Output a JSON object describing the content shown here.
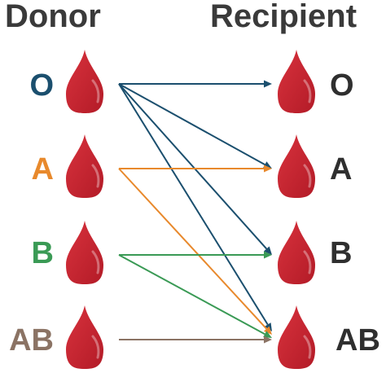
{
  "headings": {
    "donor": "Donor",
    "recipient": "Recipient"
  },
  "donors": [
    {
      "type": "O",
      "color": "#1b4f6e"
    },
    {
      "type": "A",
      "color": "#e8892c"
    },
    {
      "type": "B",
      "color": "#3a9a55"
    },
    {
      "type": "AB",
      "color": "#8b7364"
    }
  ],
  "recipients": [
    {
      "type": "O"
    },
    {
      "type": "A"
    },
    {
      "type": "B"
    },
    {
      "type": "AB"
    }
  ],
  "compatibility": [
    {
      "from": "O",
      "to": [
        "O",
        "A",
        "B",
        "AB"
      ]
    },
    {
      "from": "A",
      "to": [
        "A",
        "AB"
      ]
    },
    {
      "from": "B",
      "to": [
        "B",
        "AB"
      ]
    },
    {
      "from": "AB",
      "to": [
        "AB"
      ]
    }
  ],
  "drop_icon": "blood-drop-icon",
  "drop_color": "#c0222d",
  "text_color": "#3a3a3a"
}
